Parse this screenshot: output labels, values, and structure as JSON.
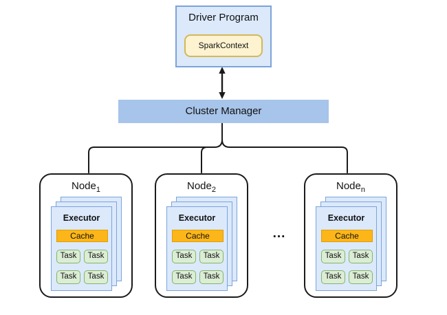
{
  "driver": {
    "label": "Driver Program",
    "spark_context_label": "SparkContext"
  },
  "cluster_manager": {
    "label": "Cluster Manager"
  },
  "ellipsis": "...",
  "nodes": [
    {
      "label_base": "Node",
      "label_sub": "1",
      "executor": {
        "title": "Executor",
        "cache_label": "Cache",
        "tasks": [
          "Task",
          "Task",
          "Task",
          "Task"
        ]
      }
    },
    {
      "label_base": "Node",
      "label_sub": "2",
      "executor": {
        "title": "Executor",
        "cache_label": "Cache",
        "tasks": [
          "Task",
          "Task",
          "Task",
          "Task"
        ]
      }
    },
    {
      "label_base": "Node",
      "label_sub": "n",
      "executor": {
        "title": "Executor",
        "cache_label": "Cache",
        "tasks": [
          "Task",
          "Task",
          "Task",
          "Task"
        ]
      }
    }
  ],
  "colors": {
    "box_blue_fill": "#dbe9fb",
    "box_blue_border": "#7ca3d8",
    "bar_blue_fill": "#a7c4ea",
    "context_yellow_fill": "#fdf3d0",
    "context_yellow_border": "#d4b758",
    "cache_gold_fill": "#fcb61a",
    "task_green_fill": "#dcedd5",
    "task_green_border": "#84b468",
    "node_border": "#1a1a1a",
    "connector_line": "#1a1a1a"
  }
}
